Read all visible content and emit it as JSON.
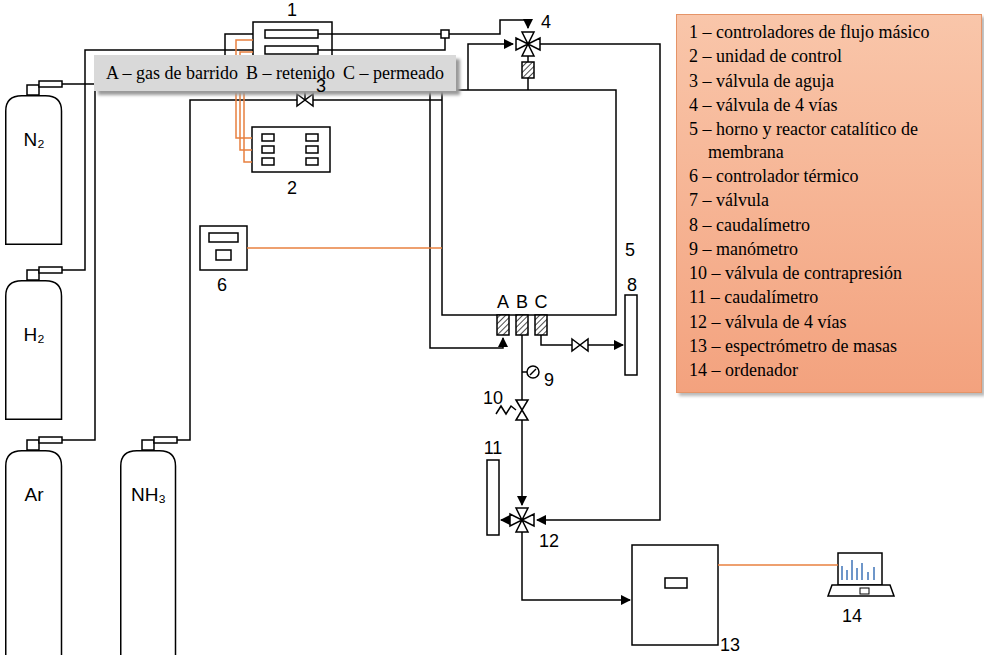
{
  "diagram": {
    "nodes": [
      {
        "text": [
          "A – gas de barrido",
          "B – retenido",
          "C – permeado"
        ]
      },
      {
        "text": [
          "1 – controladores de flujo másico",
          "2 – unidad de control",
          "3 – válvula de aguja",
          "4 – válvula de 4 vías",
          "5 – horno y reactor catalítico de membrana",
          "6 – controlador térmico",
          "7 –  válvula",
          "8 – caudalímetro",
          "9 – manómetro",
          "10 – válvula de contrapresión",
          "11 – caudalímetro",
          "12 – válvula de 4 vías",
          "13 – espectrómetro de masas",
          "14 – ordenador"
        ]
      },
      {
        "text": [
          "N₂"
        ]
      },
      {
        "text": [
          "H₂"
        ]
      },
      {
        "text": [
          "Ar"
        ]
      },
      {
        "text": [
          "NH₃"
        ]
      }
    ],
    "labels": [
      "1",
      "2",
      "3",
      "4",
      "5",
      "6",
      "8",
      "9",
      "10",
      "11",
      "12",
      "13",
      "14",
      "A",
      "B",
      "C"
    ]
  }
}
